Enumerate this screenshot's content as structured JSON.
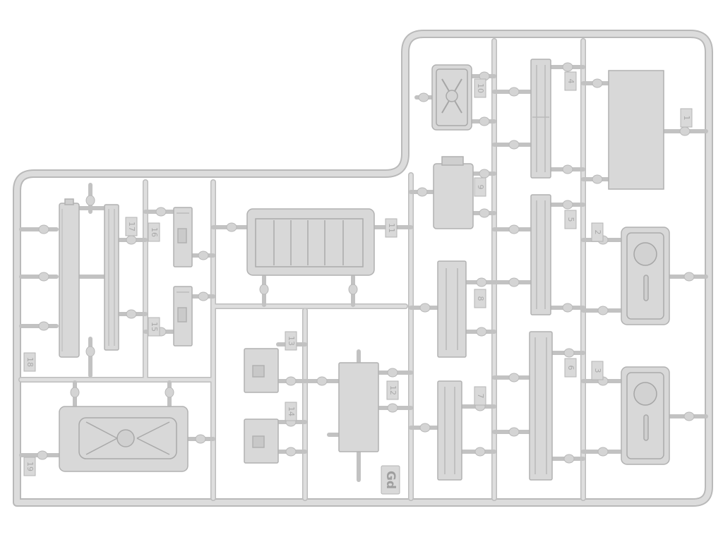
{
  "sprue": {
    "colors": {
      "background": "#ffffff",
      "plastic": "#d6d6d6",
      "edge": "#b3b3b3",
      "detail": "#a2a2a2"
    },
    "sprue_label": "Gd",
    "part_numbers": {
      "p1": "1",
      "p2": "2",
      "p3": "3",
      "p4": "4",
      "p5": "5",
      "p6": "6",
      "p7": "7",
      "p8": "8",
      "p9": "9",
      "p10": "10",
      "p11": "11",
      "p12": "12",
      "p13": "13",
      "p14": "14",
      "p15": "15",
      "p16": "16",
      "p17": "17",
      "p18": "18",
      "p19": "19"
    }
  }
}
